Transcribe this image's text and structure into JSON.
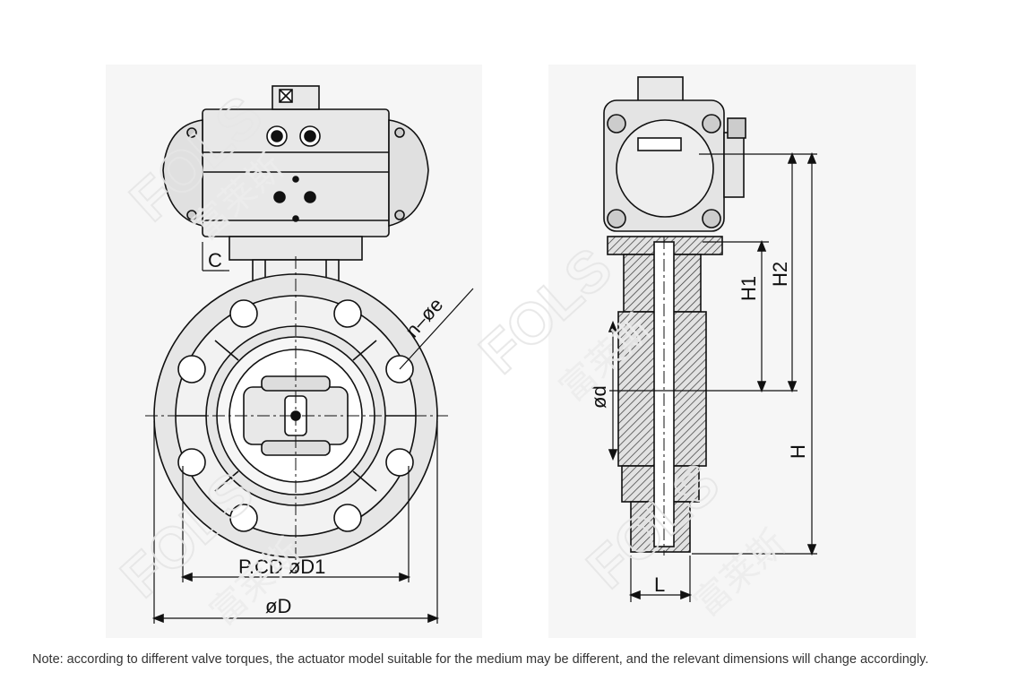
{
  "labels": {
    "c": "C",
    "n_phi_e": "n–øe",
    "pcd_d1": "P.CD øD1",
    "phi_d_outer": "øD",
    "h1": "H1",
    "h2": "H2",
    "h": "H",
    "phi_d": "ød",
    "l": "L"
  },
  "watermark": {
    "latin": "FOLS",
    "chinese": "富莱斯"
  },
  "note": "Note: according to different valve torques, the actuator model suitable for the medium may be different, and the relevant dimensions will change accordingly.",
  "colors": {
    "line": "#111111",
    "fill": "#e8e8e8",
    "dark_fill": "#d4d4d4",
    "hatch": "#333333"
  }
}
